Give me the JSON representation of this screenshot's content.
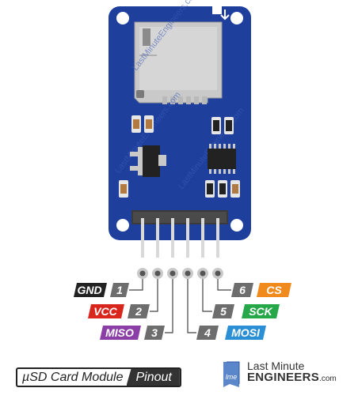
{
  "module_title": "µSD Card Module",
  "module_subtitle": "Pinout",
  "brand": {
    "line1": "Last Minute",
    "line2_bold": "ENGINEERS",
    "line2_suffix": ".com",
    "logo_letters": "lme"
  },
  "watermark": "LastMinuteEngineers.com",
  "pins": [
    {
      "num": "1",
      "name": "GND",
      "color": "#222222"
    },
    {
      "num": "2",
      "name": "VCC",
      "color": "#d9261c"
    },
    {
      "num": "3",
      "name": "MISO",
      "color": "#8a3ea6"
    },
    {
      "num": "4",
      "name": "MOSI",
      "color": "#2b8fd6"
    },
    {
      "num": "5",
      "name": "SCK",
      "color": "#26a84a"
    },
    {
      "num": "6",
      "name": "CS",
      "color": "#f08a1c"
    }
  ],
  "colors": {
    "pcb": "#1f3f9c",
    "pcb_edge": "#16307f",
    "number_tag": "#6d6d6d",
    "card_slot": "#c9c9c9"
  }
}
